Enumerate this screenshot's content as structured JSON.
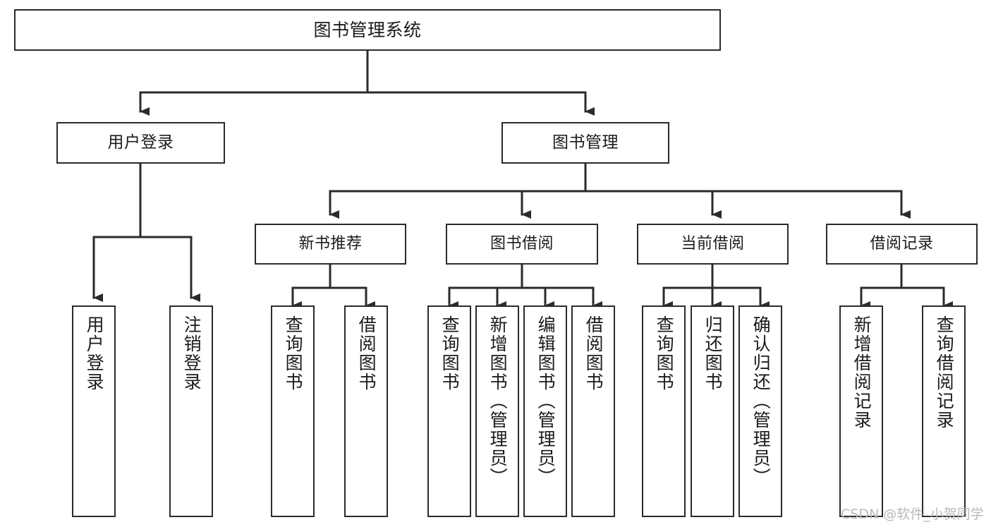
{
  "diagram": {
    "type": "tree-hierarchy",
    "title": "图书管理系统",
    "watermark": "CSDN @软件_小贺同学",
    "colors": {
      "background": "#ffffff",
      "box_border": "#2b2b2b",
      "box_fill": "#ffffff",
      "text": "#1b1b1b",
      "connector": "#2b2b2b",
      "watermark": "#b9b9b9"
    },
    "nodes": {
      "root": {
        "label": "图书管理系统"
      },
      "user_login": {
        "label": "用户登录"
      },
      "book_manage": {
        "label": "图书管理"
      },
      "new_book_rec": {
        "label": "新书推荐"
      },
      "book_borrow": {
        "label": "图书借阅"
      },
      "current_borrow": {
        "label": "当前借阅"
      },
      "borrow_record": {
        "label": "借阅记录"
      },
      "leaf_user_login": {
        "label": "用户登录"
      },
      "leaf_logout": {
        "label": "注销登录"
      },
      "leaf_query_book_a": {
        "label": "查询图书"
      },
      "leaf_borrow_book_a": {
        "label": "借阅图书"
      },
      "leaf_query_book_b": {
        "label": "查询图书"
      },
      "leaf_add_book": {
        "label": "新增图书（管理员）"
      },
      "leaf_edit_book": {
        "label": "编辑图书（管理员）"
      },
      "leaf_borrow_book_b": {
        "label": "借阅图书"
      },
      "leaf_query_book_c": {
        "label": "查询图书"
      },
      "leaf_return_book": {
        "label": "归还图书"
      },
      "leaf_confirm_return": {
        "label": "确认归还（管理员）"
      },
      "leaf_add_record": {
        "label": "新增借阅记录"
      },
      "leaf_query_record": {
        "label": "查询借阅记录"
      }
    }
  }
}
